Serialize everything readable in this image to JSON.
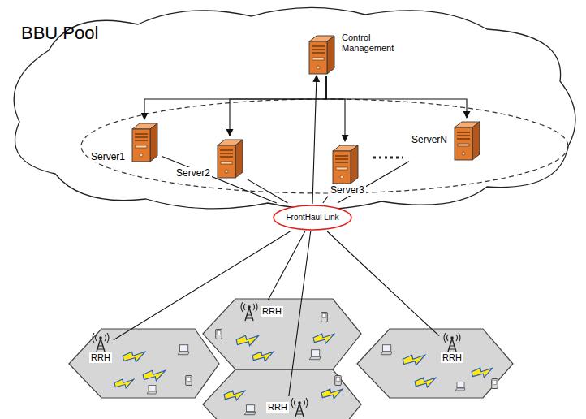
{
  "diagram": {
    "nodes": [
      {
        "text": [
          "BBU Pool"
        ]
      },
      {
        "text": [
          "Control Management"
        ],
        "in": 0
      },
      {
        "text": [
          "Server1"
        ],
        "in": 0
      },
      {
        "text": [
          "Server2"
        ],
        "in": 0
      },
      {
        "text": [
          "Server3"
        ],
        "in": 0
      },
      {
        "text": [
          "ServerN"
        ],
        "in": 0
      },
      {
        "text": [
          "FrontHaul Link"
        ]
      },
      {
        "text": [
          "RRH"
        ]
      },
      {
        "text": [
          "RRH"
        ]
      },
      {
        "text": [
          "RRH"
        ]
      },
      {
        "text": [
          "RRH"
        ]
      }
    ],
    "edges": [
      {
        "from": 1,
        "to": 2,
        "arrow": "to"
      },
      {
        "from": 1,
        "to": 3,
        "arrow": "to"
      },
      {
        "from": 1,
        "to": 4,
        "arrow": "to"
      },
      {
        "from": 1,
        "to": 5,
        "arrow": "to"
      },
      {
        "from": 6,
        "to": 1,
        "arrow": "to"
      },
      {
        "from": 2,
        "to": 6,
        "arrow": "none"
      },
      {
        "from": 3,
        "to": 6,
        "arrow": "none"
      },
      {
        "from": 4,
        "to": 6,
        "arrow": "none"
      },
      {
        "from": 5,
        "to": 6,
        "arrow": "none"
      },
      {
        "from": 6,
        "to": 7,
        "arrow": "none"
      },
      {
        "from": 6,
        "to": 8,
        "arrow": "none"
      },
      {
        "from": 6,
        "to": 9,
        "arrow": "none"
      },
      {
        "from": 6,
        "to": 10,
        "arrow": "none"
      }
    ]
  }
}
